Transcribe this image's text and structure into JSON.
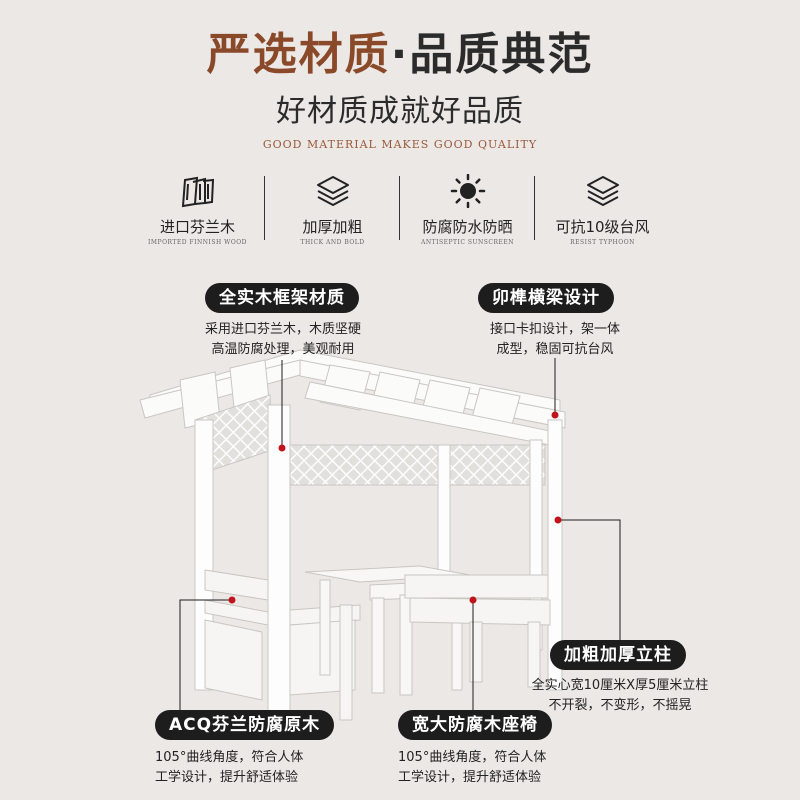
{
  "header": {
    "title_accent": "严选材质",
    "title_dot": "·",
    "title_rest": "品质典范",
    "subtitle": "好材质成就好品质",
    "english": "GOOD MATERIAL MAKES GOOD QUALITY"
  },
  "features": [
    {
      "icon": "wood-planks-icon",
      "cn": "进口芬兰木",
      "en": "IMPORTED FINNISH WOOD"
    },
    {
      "icon": "layers-icon",
      "cn": "加厚加粗",
      "en": "THICK AND BOLD"
    },
    {
      "icon": "sun-icon",
      "cn": "防腐防水防晒",
      "en": "ANTISEPTIC SUNSCREEN"
    },
    {
      "icon": "layers-icon",
      "cn": "可抗10级台风",
      "en": "RESIST TYPHOON"
    }
  ],
  "callouts": {
    "frame": {
      "label": "全实木框架材质",
      "line1": "采用进口芬兰木，木质坚硬",
      "line2": "高温防腐处理，美观耐用"
    },
    "beam": {
      "label": "卯榫横梁设计",
      "line1": "接口卡扣设计，架一体",
      "line2": "成型，稳固可抗台风"
    },
    "pillar": {
      "label": "加粗加厚立柱",
      "line1": "全实心宽10厘米X厚5厘米立柱",
      "line2": "不开裂，不变形，不摇晃"
    },
    "acq": {
      "label": "ACQ芬兰防腐原木",
      "line1": "105°曲线角度，符合人体",
      "line2": "工学设计，提升舒适体验"
    },
    "seat": {
      "label": "宽大防腐木座椅",
      "line1": "105°曲线角度，符合人体",
      "line2": "工学设计，提升舒适体验"
    }
  },
  "colors": {
    "accent": "#8a4a2a",
    "pill": "#1d1d1d",
    "marker": "#c0141c",
    "background": "#ece8e6"
  }
}
